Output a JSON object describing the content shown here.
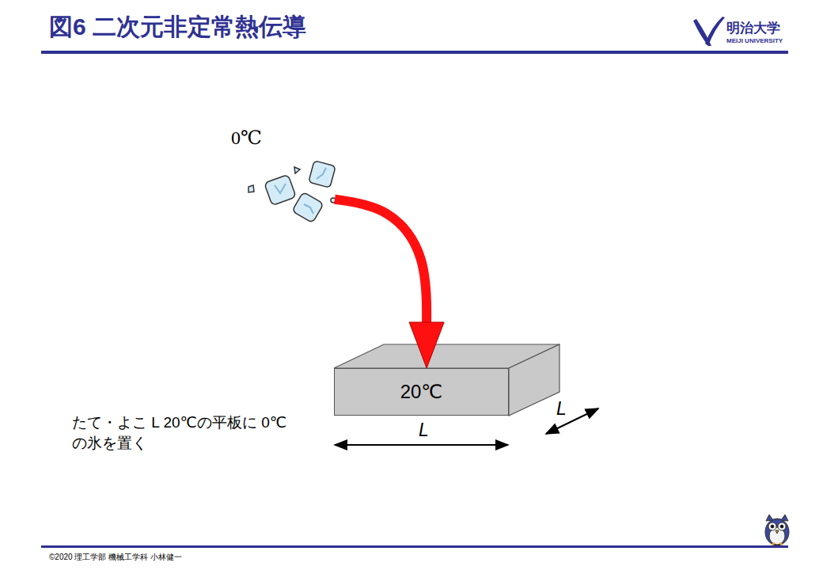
{
  "diagram": {
    "title": "図6 二次元非定常熱伝導",
    "nodes": [
      {
        "text": [
          "0℃"
        ]
      },
      {
        "text": [
          "20℃"
        ]
      }
    ],
    "edges": [
      {
        "from": 0,
        "to": 1,
        "arrow": "to"
      }
    ],
    "labels": [
      "明治大学",
      "MEIJI UNIVERSITY",
      "L",
      "L",
      "たて・よこ L 20℃の平板に 0℃の氷を置く",
      "©2020 理工学部 機械工学科 小林健一"
    ]
  }
}
